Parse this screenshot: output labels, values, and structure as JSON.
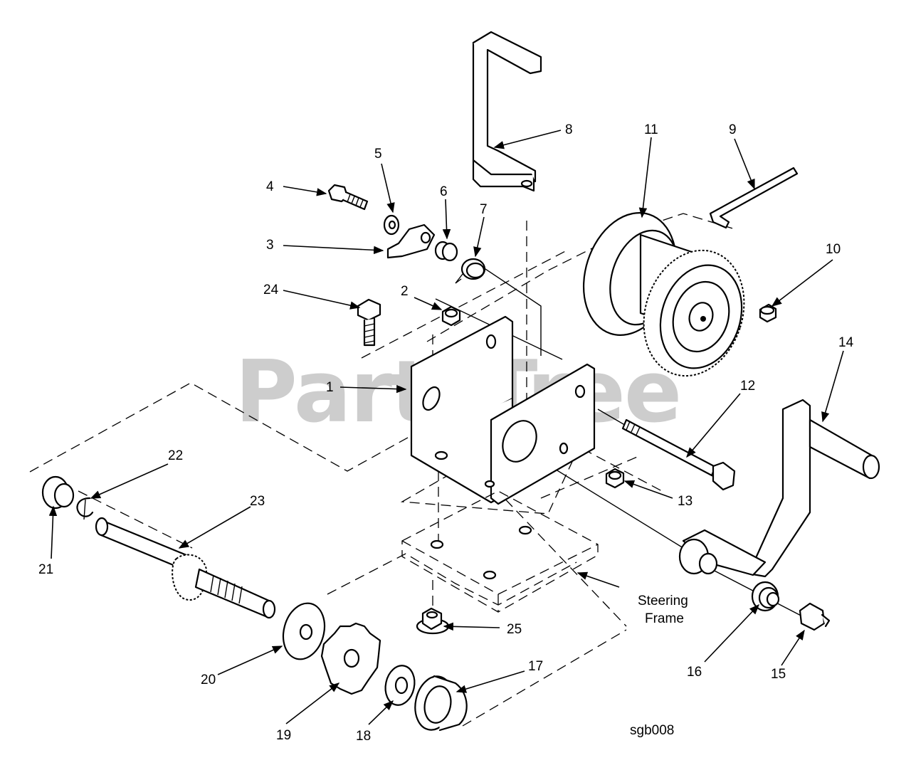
{
  "watermark": "PartsTree",
  "drawing_id": "sgb008",
  "steering_frame_label": [
    "Steering",
    "Frame"
  ],
  "callouts": [
    "1",
    "2",
    "3",
    "4",
    "5",
    "6",
    "7",
    "8",
    "9",
    "10",
    "11",
    "12",
    "13",
    "14",
    "15",
    "16",
    "17",
    "18",
    "19",
    "20",
    "21",
    "22",
    "23",
    "24",
    "25"
  ]
}
